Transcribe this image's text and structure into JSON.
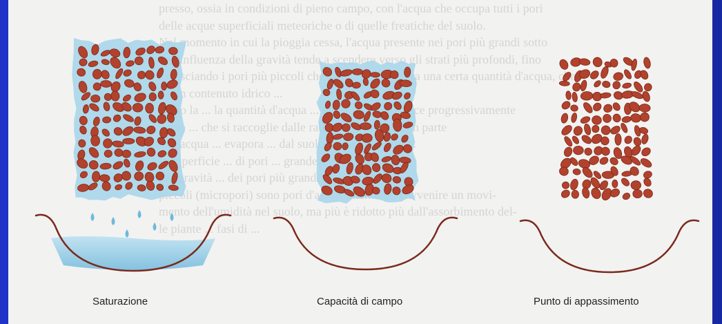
{
  "figure": {
    "panels": [
      {
        "label": "Saturazione",
        "state": "saturated",
        "drips": true,
        "bowl_water": true
      },
      {
        "label": "Capacità di campo",
        "state": "field_capacity",
        "drips": false,
        "bowl_water": false
      },
      {
        "label": "Punto di appassimento",
        "state": "wilting_point",
        "drips": false,
        "bowl_water": false
      }
    ]
  },
  "colors": {
    "frame": "#1f2fb8",
    "page": "#f2f2f1",
    "water": "#a9d6ea",
    "particle": "#b2422d",
    "particle_edge": "#7a2716",
    "bowl": "#7a2a1c",
    "drip": "#6fb8dc"
  },
  "background_text": {
    "lines": [
      "presso, ossia in condizioni di pieno campo, con l'acqua che occupa tutti i pori",
      "delle acque superficiali meteoriche o di quelle freatiche del suolo.",
      "Nel momento in cui la pioggia cessa, l'acqua presente nei pori più grandi sotto",
      "dell'influenza della gravità tende a scendere verso gli strati più profondi, fino",
      "lo lasciando i pori più piccoli che trattengono ancora una certa quantità d'acqua, che",
      "ha un contenuto idrico ...",
      "",
      "Dopo la ... la quantità d'acqua ... del suolo diminuisce progressivamente",
      "verso ... che si raccoglie dalle radici ... fino alla ... in parte",
      "tale acqua ... evapora ... dal suolo ... parzialmente ...",
      "la superficie ... di pori ... grandezze ... di vari ...",
      "per gravità ... dei pori più grandi ... del suolo ...",
      "piccoli (micropori) sono pori d'assorbimento può avvenire un movi-",
      "mento dell'umidità nel suolo, ma più è ridotto più dall'assorbimento del-",
      "le piante ... fasi di ..."
    ]
  }
}
